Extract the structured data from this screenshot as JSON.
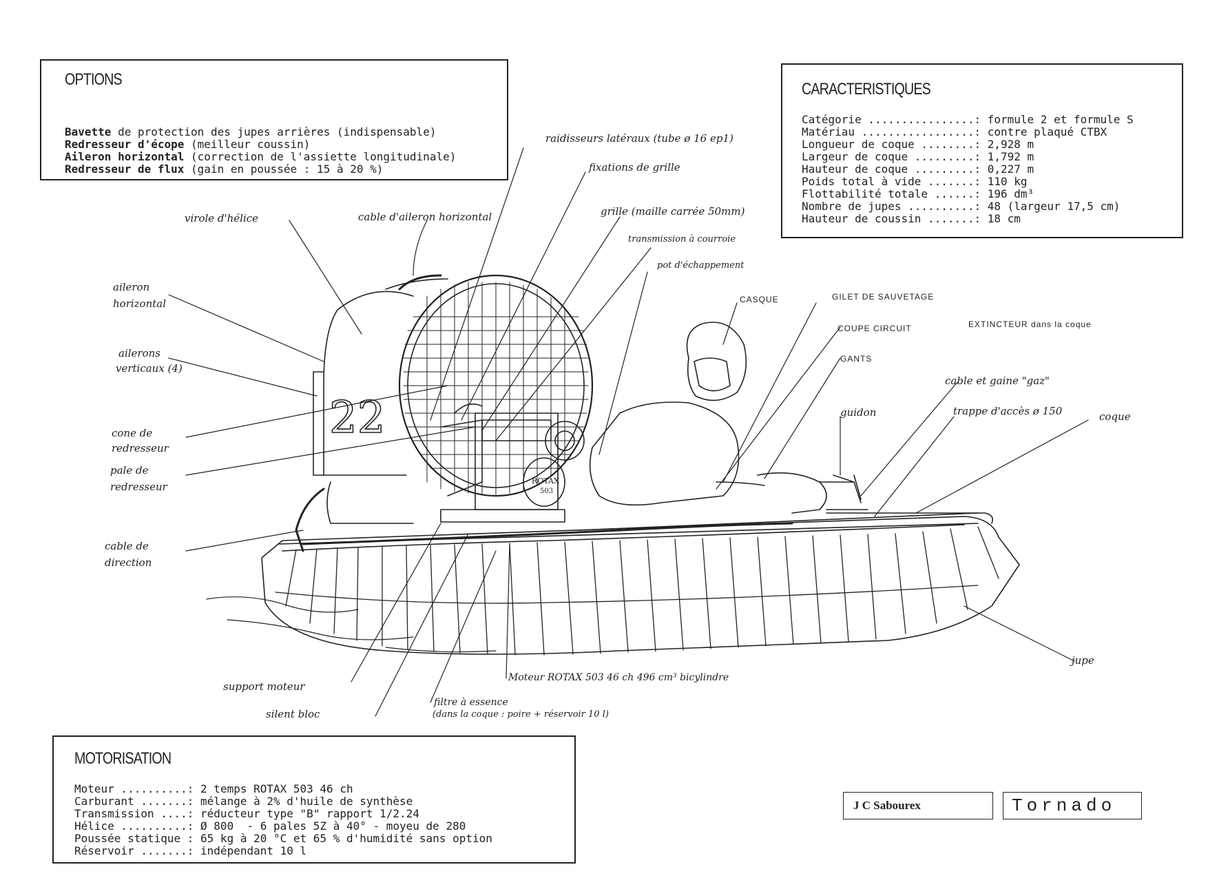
{
  "options": {
    "title": "OPTIONS",
    "items": [
      {
        "key": "Bavette",
        "text": "de protection des jupes arrières (indispensable)"
      },
      {
        "key": "Redresseur d'écope",
        "text": "(meilleur coussin)"
      },
      {
        "key": "Aileron horizontal",
        "text": "(correction de l'assiette longitudinale)"
      },
      {
        "key": "Redresseur de flux",
        "text": "(gain en poussée : 15 à 20 %)"
      }
    ]
  },
  "caracteristiques": {
    "title": "CARACTERISTIQUES",
    "rows": [
      {
        "label": "Catégorie ................:",
        "value": "formule 2 et formule S"
      },
      {
        "label": "Matériau .................:",
        "value": "contre plaqué CTBX"
      },
      {
        "label": "Longueur de coque ........:",
        "value": "2,928 m"
      },
      {
        "label": "Largeur de coque .........:",
        "value": "1,792 m"
      },
      {
        "label": "Hauteur de coque .........:",
        "value": "0,227 m"
      },
      {
        "label": "Poids total à vide .......:",
        "value": "110 kg"
      },
      {
        "label": "Flottabilité totale ......:",
        "value": "196 dm³"
      },
      {
        "label": "Nombre de jupes ..........:",
        "value": "48 (largeur 17,5 cm)"
      },
      {
        "label": "Hauteur de coussin .......:",
        "value": "18 cm"
      }
    ]
  },
  "motorisation": {
    "title": "MOTORISATION",
    "rows": [
      {
        "label": "Moteur ..........:",
        "value": "2 temps ROTAX 503 46 ch"
      },
      {
        "label": "Carburant .......:",
        "value": "mélange à 2% d'huile de synthèse"
      },
      {
        "label": "Transmission ....:",
        "value": "réducteur type \"B\" rapport 1/2.24"
      },
      {
        "label": "Hélice ..........:",
        "value": "Ø 800  - 6 pales 5Z à 40° - moyeu de 280"
      },
      {
        "label": "Poussée statique :",
        "value": "65 kg à 20 °C et 65 % d'humidité sans option"
      },
      {
        "label": "Réservoir .......:",
        "value": "indépendant 10 l"
      }
    ]
  },
  "labels": {
    "raidisseurs": "raidisseurs latéraux (tube ø 16 ep1)",
    "fixations": "fixations de grille",
    "grille": "grille (maille carrée 50mm)",
    "transmission": "transmission à courroie",
    "pot": "pot d'échappement",
    "virole": "virole d'hélice",
    "cable_aileron": "cable d'aileron horizontal",
    "aileron_h1": "aileron",
    "aileron_h2": "horizontal",
    "ailerons_v1": "ailerons",
    "ailerons_v2": "verticaux (4)",
    "cone1": "cone de",
    "cone2": "redresseur",
    "pale1": "pale de",
    "pale2": "redresseur",
    "cable_dir1": "cable de",
    "cable_dir2": "direction",
    "casque": "CASQUE",
    "gilet": "GILET DE SAUVETAGE",
    "coupe": "COUPE CIRCUIT",
    "gants": "GANTS",
    "extincteur": "EXTINCTEUR dans la coque",
    "cable_gaz": "cable et gaine \"gaz\"",
    "guidon": "guidon",
    "trappe": "trappe d'accès ø 150",
    "coque": "coque",
    "jupe": "jupe",
    "support": "support moteur",
    "silent": "silent bloc",
    "filtre1": "filtre à essence",
    "filtre2": "(dans la coque : poire + réservoir 10 l)",
    "moteur": "Moteur ROTAX 503   46 ch  496 cm³  bicylindre",
    "number": "22",
    "rotax": "ROTAX",
    "rotax_num": "503"
  },
  "author": "J C Sabourex",
  "model": "Tornado"
}
